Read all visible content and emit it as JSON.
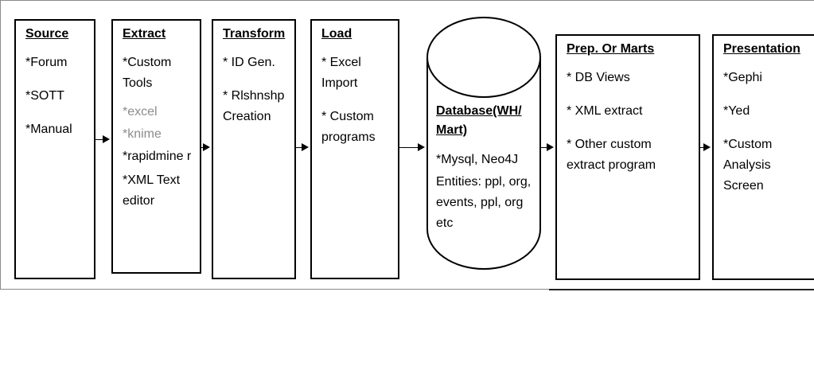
{
  "source": {
    "title": "Source",
    "items": [
      "*Forum",
      "*SOTT",
      "*Manual"
    ]
  },
  "extract": {
    "title": "Extract",
    "items": [
      "*Custom Tools",
      "*excel",
      "*knime",
      "*rapidmine r",
      "*XML Text editor"
    ]
  },
  "transform": {
    "title": "Transform",
    "items": [
      "* ID Gen.",
      "* Rlshnshp Creation"
    ]
  },
  "load": {
    "title": "Load",
    "items": [
      "* Excel Import",
      "* Custom programs"
    ]
  },
  "database": {
    "title": "Database(WH/ Mart)",
    "items": [
      "*Mysql, Neo4J",
      "Entities: ppl, org, events, ppl, org etc"
    ]
  },
  "prep": {
    "title": "Prep.  Or Marts",
    "items": [
      "* DB Views",
      "* XML extract",
      "* Other custom extract program"
    ]
  },
  "presentation": {
    "title": "Presentation",
    "items": [
      "*Gephi",
      "*Yed",
      "*Custom Analysis Screen"
    ]
  }
}
